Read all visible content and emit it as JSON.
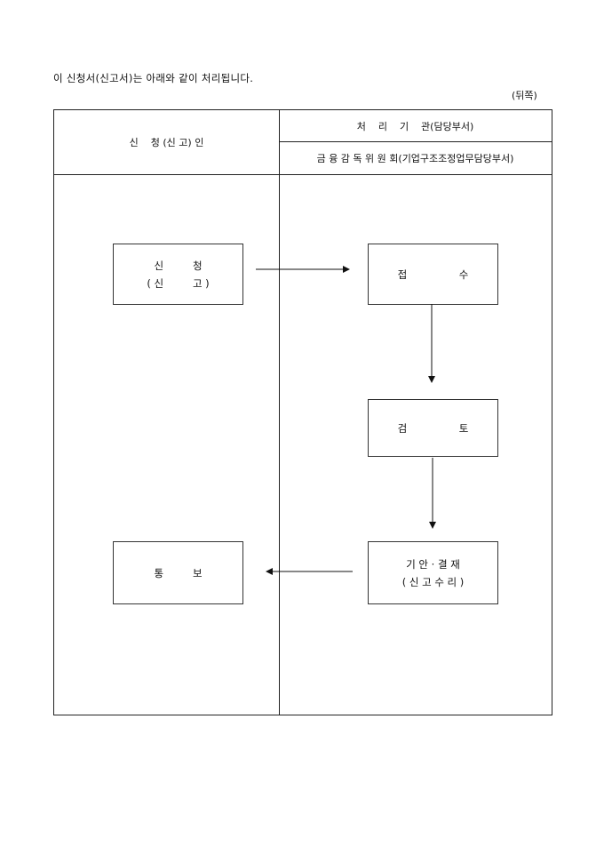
{
  "intro": "이 신청서(신고서)는 아래와 같이 처리됩니다.",
  "side_label": "(뒤쪽)",
  "header": {
    "applicant": "신    청 (신 고) 인",
    "agency": "처    리    기    관(담당부서)",
    "department": "금 융 감 독 위 원 회(기업구조조정업무담당부서)"
  },
  "flow": {
    "apply_line1": "신         청",
    "apply_line2": "( 신         고 )",
    "receive": "접                수",
    "review": "검                토",
    "approve_line1": "기 안 · 결 재",
    "approve_line2": "( 신 고 수 리 )",
    "notify": "통         보"
  }
}
